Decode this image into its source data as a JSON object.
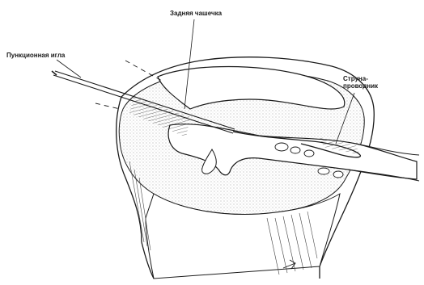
{
  "labels": {
    "puncture_needle": "Пункционная игла",
    "posterior_capsule": "Задняя чашечка",
    "guidewire_line1": "Струна-",
    "guidewire_line2": "проводник"
  },
  "colors": {
    "ink": "#1a1a1a",
    "background": "#ffffff",
    "stipple": "#8a8a8a"
  }
}
